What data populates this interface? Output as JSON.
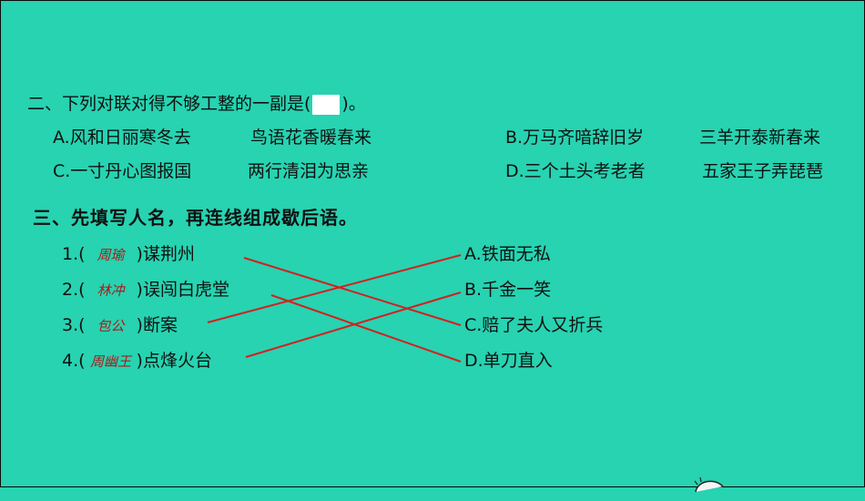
{
  "q2": {
    "title_prefix": "二、下列对联对得不够工整的一副是(",
    "title_suffix": ")。",
    "options": [
      {
        "left": "A.风和日丽寒冬去",
        "right": "鸟语花香暖春来"
      },
      {
        "left": "B.万马齐喑辞旧岁",
        "right": "三羊开泰新春来"
      },
      {
        "left": "C.一寸丹心图报国",
        "right": "两行清泪为思亲"
      },
      {
        "left": "D.三个土头考老者",
        "right": "五家王子弄琵琶"
      }
    ]
  },
  "q3": {
    "title": "三、先填写人名，再连线组成歇后语。",
    "left_items": [
      {
        "num": "1.(",
        "answer": "周瑜",
        "close": ")",
        "text": "谋荆州"
      },
      {
        "num": "2.(",
        "answer": "林冲",
        "close": ")",
        "text": "误闯白虎堂"
      },
      {
        "num": "3.(",
        "answer": "包公",
        "close": ")",
        "text": "断案"
      },
      {
        "num": "4.(",
        "answer": "周幽王",
        "close": ")",
        "text": "点烽火台"
      }
    ],
    "right_items": [
      "A.铁面无私",
      "B.千金一笑",
      "C.赔了夫人又折兵",
      "D.单刀直入"
    ],
    "matches": [
      [
        "1",
        "C"
      ],
      [
        "2",
        "D"
      ],
      [
        "3",
        "A"
      ],
      [
        "4",
        "B"
      ]
    ],
    "line_color": "#d42020"
  }
}
